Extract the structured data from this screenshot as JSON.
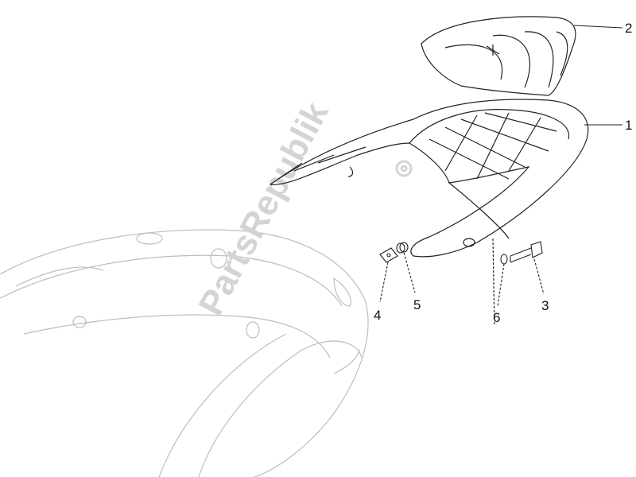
{
  "diagram": {
    "watermark": "PartsRepublik",
    "callouts": [
      {
        "label": "1",
        "part": "rear-rack"
      },
      {
        "label": "2",
        "part": "rack-cover-pad"
      },
      {
        "label": "3",
        "part": "bolt"
      },
      {
        "label": "4",
        "part": "clip-nut"
      },
      {
        "label": "5",
        "part": "spacer-bushing"
      },
      {
        "label": "6",
        "part": "washer"
      }
    ],
    "colors": {
      "line": "#222222",
      "faint": "#bdbdbd",
      "watermark": "#d4d4d4"
    }
  }
}
